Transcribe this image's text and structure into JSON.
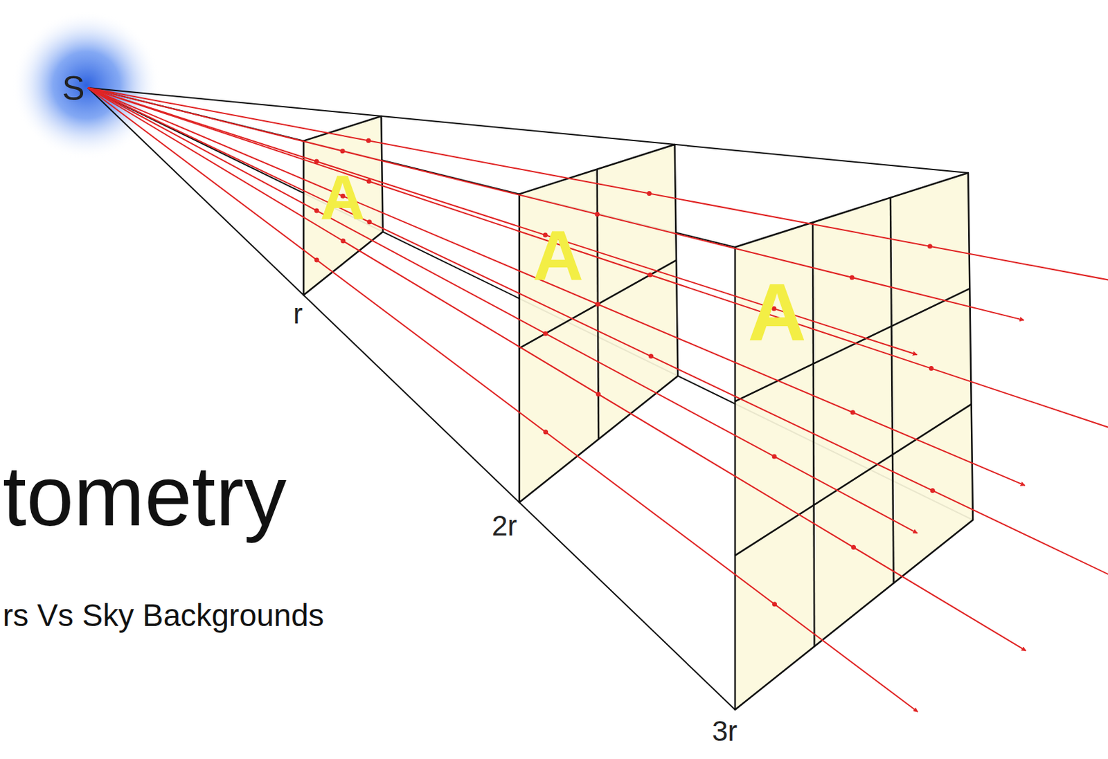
{
  "diagram": {
    "title": "tometry",
    "labels": [
      "S",
      "A",
      "A",
      "A",
      "r",
      "2r",
      "3r",
      "rs Vs Sky Backgrounds"
    ]
  }
}
